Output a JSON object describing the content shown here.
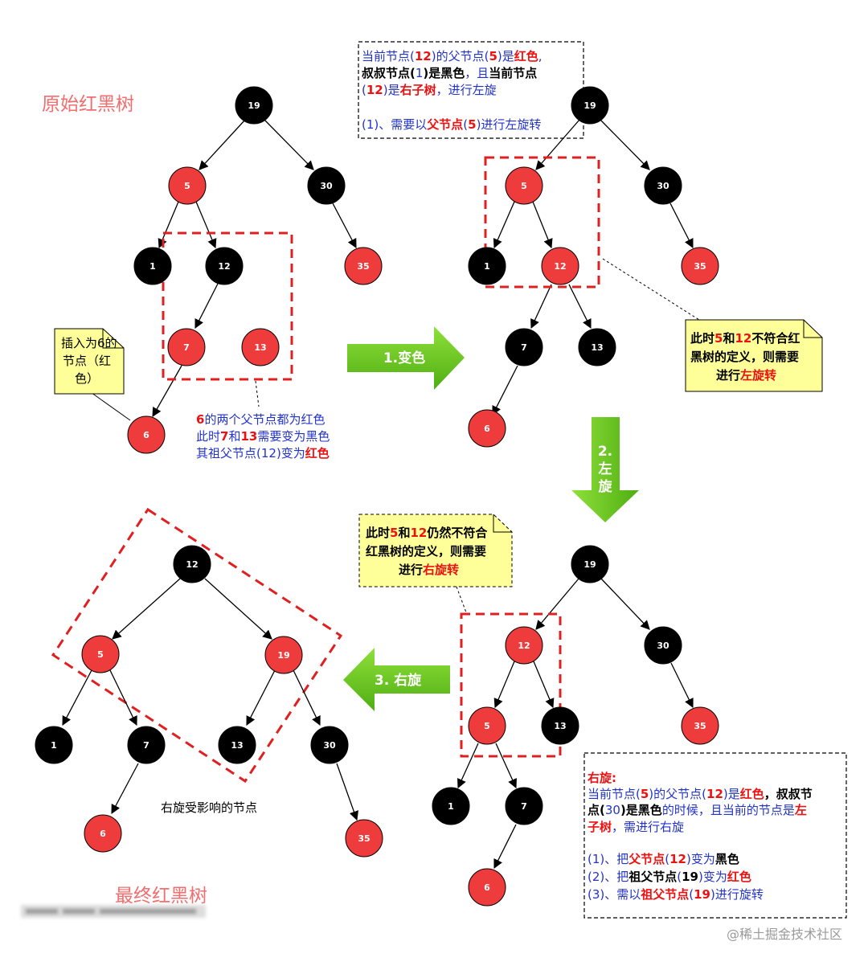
{
  "colors": {
    "red_node": "#ee3b3b",
    "black_node": "#000000",
    "node_text": "#ffffff",
    "dash_red": "#e02020",
    "note_yellow": "#ffff99",
    "arrow_green": "#66cc22",
    "title_red": "#f26d6d",
    "text_blue": "#2233cc",
    "text_red": "#ee1111"
  },
  "panel1": {
    "title": "原始红黑树",
    "note_insert": [
      "插入为6的",
      "节点（红",
      "色）"
    ],
    "desc": [
      [
        {
          "t": "6",
          "c": "red"
        },
        {
          "t": "的两个父节点都为红色",
          "c": "blue"
        }
      ],
      [
        {
          "t": "此时",
          "c": "blue"
        },
        {
          "t": "7",
          "c": "red"
        },
        {
          "t": "和",
          "c": "blue"
        },
        {
          "t": "13",
          "c": "red"
        },
        {
          "t": "需要变为黑色",
          "c": "blue"
        }
      ],
      [
        {
          "t": "其祖父节点(12)变为",
          "c": "blue"
        },
        {
          "t": "红色",
          "c": "red"
        }
      ]
    ],
    "nodes": [
      {
        "label": "19",
        "color": "black"
      },
      {
        "label": "5",
        "color": "red"
      },
      {
        "label": "30",
        "color": "black"
      },
      {
        "label": "1",
        "color": "black"
      },
      {
        "label": "12",
        "color": "black"
      },
      {
        "label": "35",
        "color": "red"
      },
      {
        "label": "7",
        "color": "red"
      },
      {
        "label": "13",
        "color": "red"
      },
      {
        "label": "6",
        "color": "red"
      }
    ]
  },
  "arrow1": {
    "label": "1.变色"
  },
  "panel2": {
    "box_lines": [
      [
        {
          "t": "当前节点(",
          "c": "blue"
        },
        {
          "t": "12",
          "c": "red"
        },
        {
          "t": ")的父节点(",
          "c": "blue"
        },
        {
          "t": "5",
          "c": "red"
        },
        {
          "t": ")是",
          "c": "blue"
        },
        {
          "t": "红色",
          "c": "red"
        },
        {
          "t": ",",
          "c": "blue"
        }
      ],
      [
        {
          "t": "叔叔节点(",
          "c": "black"
        },
        {
          "t": "1",
          "c": "blue"
        },
        {
          "t": ")是黑色",
          "c": "black"
        },
        {
          "t": "，且",
          "c": "blue"
        },
        {
          "t": "当前节点",
          "c": "black"
        }
      ],
      [
        {
          "t": "(",
          "c": "blue"
        },
        {
          "t": "12",
          "c": "red"
        },
        {
          "t": ")是",
          "c": "blue"
        },
        {
          "t": "右子树",
          "c": "red"
        },
        {
          "t": "，进行左旋",
          "c": "blue"
        }
      ],
      [
        {
          "t": "(1)、需要以",
          "c": "blue"
        },
        {
          "t": "父节点",
          "c": "red"
        },
        {
          "t": "(",
          "c": "blue"
        },
        {
          "t": "5",
          "c": "red"
        },
        {
          "t": ")进行左旋转",
          "c": "blue"
        }
      ]
    ],
    "note": [
      [
        {
          "t": "此时",
          "c": "black"
        },
        {
          "t": "5",
          "c": "red"
        },
        {
          "t": "和",
          "c": "black"
        },
        {
          "t": "12",
          "c": "red"
        },
        {
          "t": "不符合红",
          "c": "black"
        }
      ],
      [
        {
          "t": "黑树的定义，则需要",
          "c": "black"
        }
      ],
      [
        {
          "t": "进行",
          "c": "black"
        },
        {
          "t": "左旋转",
          "c": "red"
        }
      ]
    ],
    "nodes": [
      {
        "label": "19",
        "color": "black"
      },
      {
        "label": "5",
        "color": "red"
      },
      {
        "label": "30",
        "color": "black"
      },
      {
        "label": "1",
        "color": "black"
      },
      {
        "label": "12",
        "color": "red"
      },
      {
        "label": "35",
        "color": "red"
      },
      {
        "label": "7",
        "color": "black"
      },
      {
        "label": "13",
        "color": "black"
      },
      {
        "label": "6",
        "color": "red"
      }
    ]
  },
  "arrow2": {
    "label_lines": [
      "2.",
      "左",
      "旋"
    ]
  },
  "panel3": {
    "note": [
      [
        {
          "t": "此时",
          "c": "black"
        },
        {
          "t": "5",
          "c": "red"
        },
        {
          "t": "和",
          "c": "black"
        },
        {
          "t": "12",
          "c": "red"
        },
        {
          "t": "仍然不符合",
          "c": "black"
        }
      ],
      [
        {
          "t": "红黑树的定义，则需要",
          "c": "black"
        }
      ],
      [
        {
          "t": "进行",
          "c": "black"
        },
        {
          "t": "右旋转",
          "c": "red"
        }
      ]
    ],
    "box_lines": [
      [
        {
          "t": "右旋:",
          "c": "red"
        }
      ],
      [
        {
          "t": "当前节点(",
          "c": "blue"
        },
        {
          "t": "5",
          "c": "red"
        },
        {
          "t": ")的父节点(",
          "c": "blue"
        },
        {
          "t": "12",
          "c": "red"
        },
        {
          "t": ")是",
          "c": "blue"
        },
        {
          "t": "红色",
          "c": "red"
        },
        {
          "t": "，叔叔节",
          "c": "black"
        }
      ],
      [
        {
          "t": "点(",
          "c": "black"
        },
        {
          "t": "30",
          "c": "blue"
        },
        {
          "t": ")是黑色",
          "c": "black"
        },
        {
          "t": "的时候，且当前的节点是",
          "c": "blue"
        },
        {
          "t": "左",
          "c": "red"
        }
      ],
      [
        {
          "t": "子树",
          "c": "red"
        },
        {
          "t": "，需进行右旋",
          "c": "blue"
        }
      ],
      [
        {
          "t": "(1)、把",
          "c": "blue"
        },
        {
          "t": "父节点",
          "c": "red"
        },
        {
          "t": "(",
          "c": "blue"
        },
        {
          "t": "12",
          "c": "red"
        },
        {
          "t": ")变为",
          "c": "blue"
        },
        {
          "t": "黑色",
          "c": "black"
        }
      ],
      [
        {
          "t": "(2)、把",
          "c": "blue"
        },
        {
          "t": "祖父节点",
          "c": "black"
        },
        {
          "t": "(",
          "c": "blue"
        },
        {
          "t": "19",
          "c": "black"
        },
        {
          "t": ")变为",
          "c": "blue"
        },
        {
          "t": "红色",
          "c": "red"
        }
      ],
      [
        {
          "t": "(3)、需以",
          "c": "blue"
        },
        {
          "t": "祖父节点",
          "c": "red"
        },
        {
          "t": "(",
          "c": "blue"
        },
        {
          "t": "19",
          "c": "red"
        },
        {
          "t": ")进行旋转",
          "c": "blue"
        }
      ]
    ],
    "nodes": [
      {
        "label": "19",
        "color": "black"
      },
      {
        "label": "12",
        "color": "red"
      },
      {
        "label": "30",
        "color": "black"
      },
      {
        "label": "5",
        "color": "red"
      },
      {
        "label": "13",
        "color": "black"
      },
      {
        "label": "35",
        "color": "red"
      },
      {
        "label": "1",
        "color": "black"
      },
      {
        "label": "7",
        "color": "black"
      },
      {
        "label": "6",
        "color": "red"
      }
    ]
  },
  "arrow3": {
    "label": "3. 右旋"
  },
  "panel4": {
    "title": "最终红黑树",
    "affected_label": "右旋受影响的节点",
    "nodes": [
      {
        "label": "12",
        "color": "black"
      },
      {
        "label": "5",
        "color": "red"
      },
      {
        "label": "19",
        "color": "red"
      },
      {
        "label": "1",
        "color": "black"
      },
      {
        "label": "7",
        "color": "black"
      },
      {
        "label": "13",
        "color": "black"
      },
      {
        "label": "30",
        "color": "black"
      },
      {
        "label": "6",
        "color": "red"
      },
      {
        "label": "35",
        "color": "red"
      }
    ]
  },
  "watermark": "@稀土掘金技术社区"
}
